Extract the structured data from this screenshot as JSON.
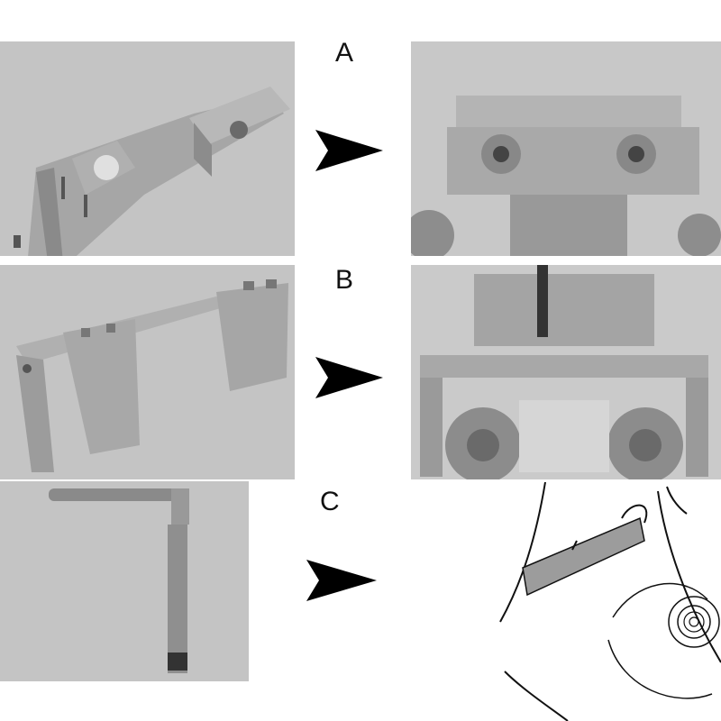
{
  "steps": [
    {
      "label": "A",
      "tool": "camshaft-locking-tool",
      "result": "tool-installed-on-cylinder-head"
    },
    {
      "label": "B",
      "tool": "bridge-locking-fixture",
      "result": "fixture-installed-over-cam-gears"
    },
    {
      "label": "C",
      "tool": "l-shaped-locking-pin",
      "result": "pin-inserted-line-drawing"
    }
  ],
  "colors": {
    "panel_background": "#c4c4c4",
    "metal": "#9a9a9a",
    "arrow": "#000000"
  },
  "icons": [
    "arrow-right-icon"
  ]
}
